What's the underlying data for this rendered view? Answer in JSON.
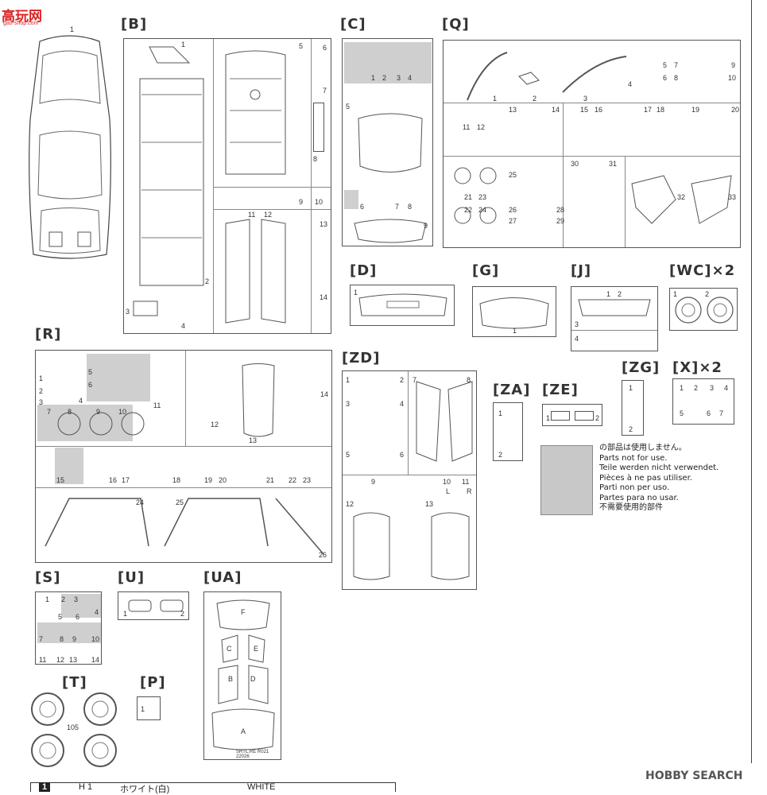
{
  "watermark_top": {
    "logo": "高玩网",
    "site": "gao-shop.com"
  },
  "watermark_bottom": {
    "brand": "HOBBY SEARCH"
  },
  "body_shell": {
    "part": "1"
  },
  "sections": {
    "B": {
      "label": "[B]",
      "parts": [
        "1",
        "2",
        "3",
        "4",
        "5",
        "6",
        "7",
        "8",
        "9",
        "10",
        "11",
        "12",
        "13",
        "14"
      ]
    },
    "C": {
      "label": "[C]",
      "parts": [
        "1",
        "2",
        "3",
        "4",
        "5",
        "6",
        "7",
        "8",
        "9"
      ]
    },
    "Q": {
      "label": "[Q]",
      "parts": [
        "1",
        "2",
        "3",
        "4",
        "5",
        "6",
        "7",
        "8",
        "9",
        "10",
        "11",
        "12",
        "13",
        "14",
        "15",
        "16",
        "17",
        "18",
        "19",
        "20",
        "21",
        "22",
        "23",
        "24",
        "25",
        "26",
        "27",
        "28",
        "29",
        "30",
        "31",
        "32",
        "33"
      ]
    },
    "D": {
      "label": "[D]",
      "parts": [
        "1"
      ]
    },
    "G": {
      "label": "[G]",
      "parts": [
        "1"
      ]
    },
    "J": {
      "label": "[J]",
      "parts": [
        "1",
        "2",
        "3",
        "4"
      ]
    },
    "WC": {
      "label": "[WC]×2",
      "parts": [
        "1",
        "2"
      ]
    },
    "R": {
      "label": "[R]",
      "parts": [
        "1",
        "2",
        "3",
        "4",
        "5",
        "6",
        "7",
        "8",
        "9",
        "10",
        "11",
        "12",
        "13",
        "14",
        "15",
        "16",
        "17",
        "18",
        "19",
        "20",
        "21",
        "22",
        "23",
        "24",
        "25",
        "26"
      ]
    },
    "ZD": {
      "label": "[ZD]",
      "parts": [
        "1",
        "2",
        "3",
        "4",
        "5",
        "6",
        "7",
        "8",
        "9",
        "10",
        "11",
        "12",
        "13"
      ],
      "sub": [
        "L",
        "R"
      ]
    },
    "ZA": {
      "label": "[ZA]",
      "parts": [
        "1",
        "2"
      ]
    },
    "ZE": {
      "label": "[ZE]",
      "parts": [
        "1",
        "2"
      ]
    },
    "ZG": {
      "label": "[ZG]",
      "parts": [
        "1",
        "2"
      ]
    },
    "X": {
      "label": "[X]×2",
      "parts": [
        "1",
        "2",
        "3",
        "4",
        "5",
        "6",
        "7"
      ]
    },
    "S": {
      "label": "[S]",
      "parts": [
        "1",
        "2",
        "3",
        "4",
        "5",
        "6",
        "7",
        "8",
        "9",
        "10",
        "11",
        "12",
        "13",
        "14"
      ]
    },
    "U": {
      "label": "[U]",
      "parts": [
        "1",
        "2"
      ]
    },
    "UA": {
      "label": "[UA]",
      "markers": [
        "F",
        "C",
        "E",
        "B",
        "D",
        "A"
      ],
      "code": "SRTL.RE R021 22026"
    },
    "T": {
      "label": "[T]",
      "part": "105"
    },
    "P": {
      "label": "[P]",
      "parts": [
        "1"
      ]
    }
  },
  "not_for_use": {
    "lines": [
      "の部品は使用しません。",
      "Parts not for use.",
      "Teile werden nicht verwendet.",
      "Pièces à ne pas utiliser.",
      "Parti non per uso.",
      "Partes para no usar.",
      "不需要使用的部件"
    ],
    "swatch_color": "#c8c8c8"
  },
  "color_table": {
    "index": "1",
    "code": "H 1",
    "name_jp": "ホワイト(白)",
    "name_en": "WHITE"
  },
  "colors": {
    "ink": "#333333",
    "grey_fill": "#cfcfcf",
    "paper": "#ffffff"
  }
}
